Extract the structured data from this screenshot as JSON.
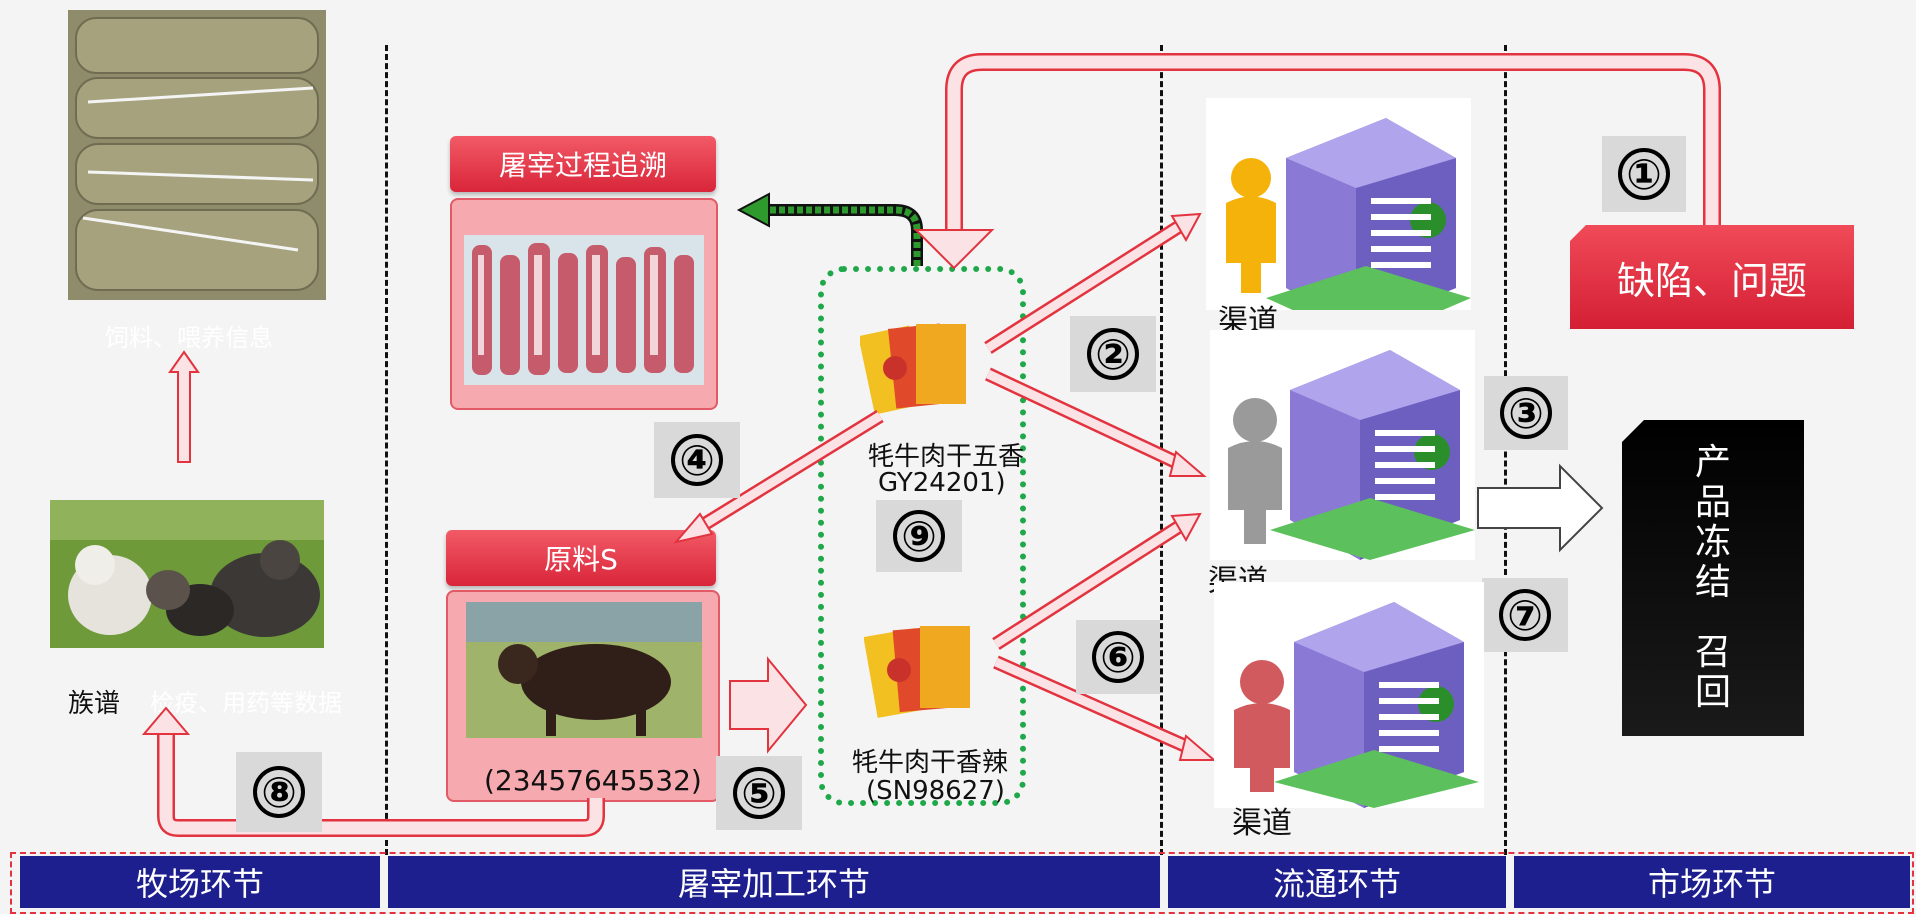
{
  "stages": {
    "farm": "牧场环节",
    "processing": "屠宰加工环节",
    "circulation": "流通环节",
    "market": "市场环节"
  },
  "farm": {
    "feed_caption": "饲料、喂养信息",
    "pedigree_label": "族谱",
    "pedigree_caption": "检疫、用药等数据"
  },
  "processing": {
    "slaughter_header": "屠宰过程追溯",
    "raw_header": "原料S",
    "raw_id": "(23457645532)"
  },
  "products": [
    {
      "name": "牦牛肉干五香",
      "code": "GY24201)"
    },
    {
      "name": "牦牛肉干香辣",
      "code": "(SN98627)"
    }
  ],
  "channels": [
    {
      "label": "渠道"
    },
    {
      "label": "渠道"
    },
    {
      "label": "渠道"
    }
  ],
  "market": {
    "defect": "缺陷、问题",
    "freeze_lines": [
      "产",
      "品",
      "冻",
      "结",
      "",
      "召",
      "回"
    ]
  },
  "steps": [
    "①",
    "②",
    "③",
    "④",
    "⑤",
    "⑥",
    "⑦",
    "⑧",
    "⑨"
  ],
  "colors": {
    "accent_red": "#e2333f",
    "stage_bar": "#1d1f8f",
    "arrow_green": "#2e9a2e",
    "building_purple": "#8a7ad6"
  }
}
